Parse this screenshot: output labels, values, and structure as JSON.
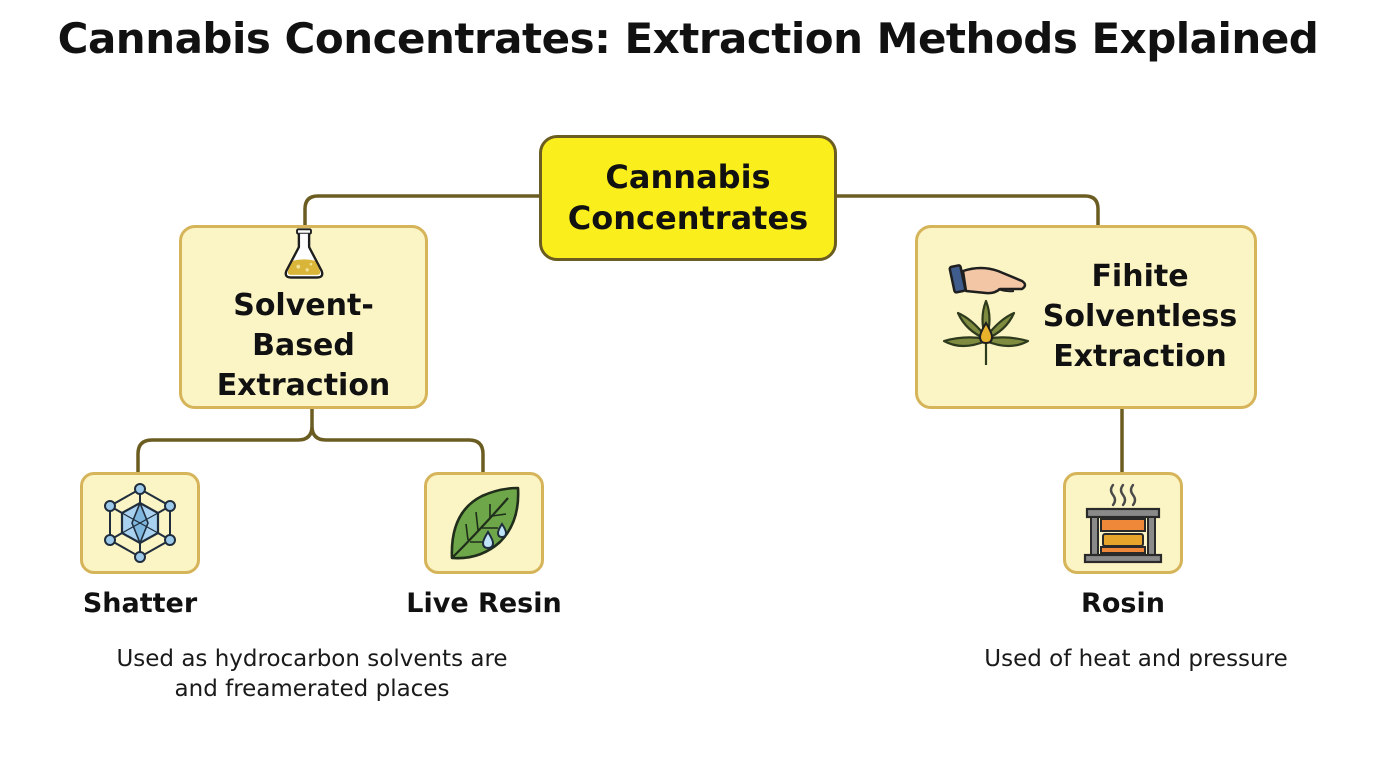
{
  "title": "Cannabis Concentrates: Extraction Methods Explained",
  "colors": {
    "root_fill": "#fbee1d",
    "root_border": "#6b5d22",
    "node_fill": "#fbf4c4",
    "node_border": "#d6b45a",
    "connector": "#6b5d22"
  },
  "root": {
    "line1": "Cannabis",
    "line2": "Concentrates"
  },
  "solvent_based": {
    "line1": "Solvent-Based",
    "line2": "Extraction",
    "icon": "flask-icon",
    "children": [
      {
        "label": "Shatter",
        "icon": "crystal-molecule-icon"
      },
      {
        "label": "Live Resin",
        "icon": "leaf-droplet-icon"
      }
    ],
    "note_line1": "Used as hydrocarbon solvents are",
    "note_line2": "and freamerated places"
  },
  "solventless": {
    "line1": "Fihite",
    "line2": "Solventless",
    "line3": "Extraction",
    "icon": "hand-cannabis-leaf-icon",
    "children": [
      {
        "label": "Rosin",
        "icon": "heat-press-icon"
      }
    ],
    "note_line1": "Used of heat and pressure"
  }
}
